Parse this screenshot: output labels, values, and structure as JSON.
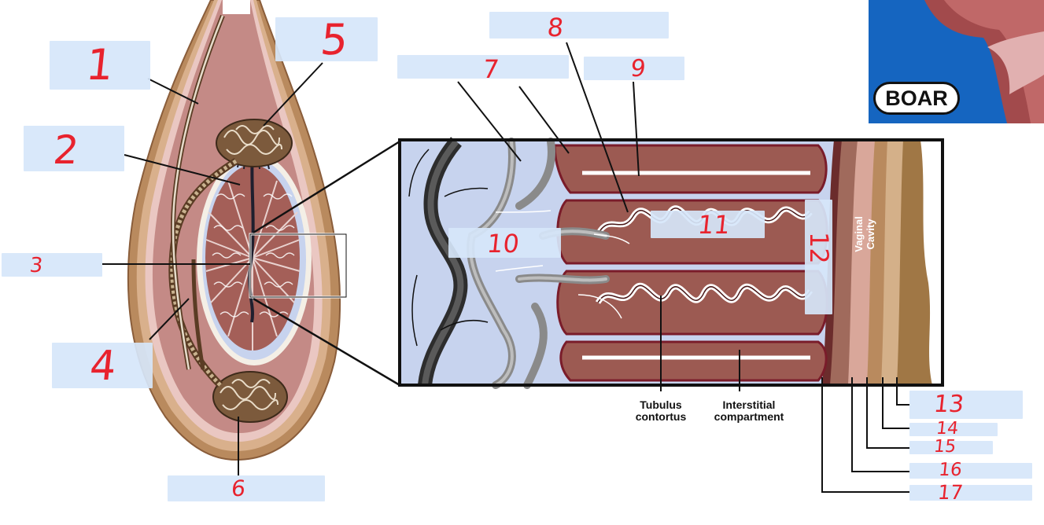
{
  "figure": {
    "badge_text": "BOAR",
    "inset_labels": {
      "tubulus": "Tubulus\ncontortus",
      "interstitial": "Interstitial\ncompartment",
      "vaginal_cavity": "Vaginal Cavity"
    },
    "blanks": [
      {
        "id": "blank-1",
        "number": "1"
      },
      {
        "id": "blank-2",
        "number": "2"
      },
      {
        "id": "blank-3",
        "number": "3"
      },
      {
        "id": "blank-4",
        "number": "4"
      },
      {
        "id": "blank-5",
        "number": "5"
      },
      {
        "id": "blank-6",
        "number": "6"
      },
      {
        "id": "blank-7",
        "number": "7"
      },
      {
        "id": "blank-8",
        "number": "8"
      },
      {
        "id": "blank-9",
        "number": "9"
      },
      {
        "id": "blank-10",
        "number": "10"
      },
      {
        "id": "blank-11",
        "number": "11"
      },
      {
        "id": "blank-12",
        "number": "12"
      },
      {
        "id": "blank-13",
        "number": "13"
      },
      {
        "id": "blank-14",
        "number": "14"
      },
      {
        "id": "blank-15",
        "number": "15"
      },
      {
        "id": "blank-16",
        "number": "16"
      },
      {
        "id": "blank-17",
        "number": "17"
      }
    ],
    "colors": {
      "tunic_outer": "#b98a5e",
      "tunic_inner": "#d9b08c",
      "parenchyma": "#9c5a52",
      "mediastinum": "#c7d3ee",
      "annotation": "#e8232e",
      "blank_fill": "#d6e6fa",
      "photo_background": "#1565c0"
    }
  }
}
